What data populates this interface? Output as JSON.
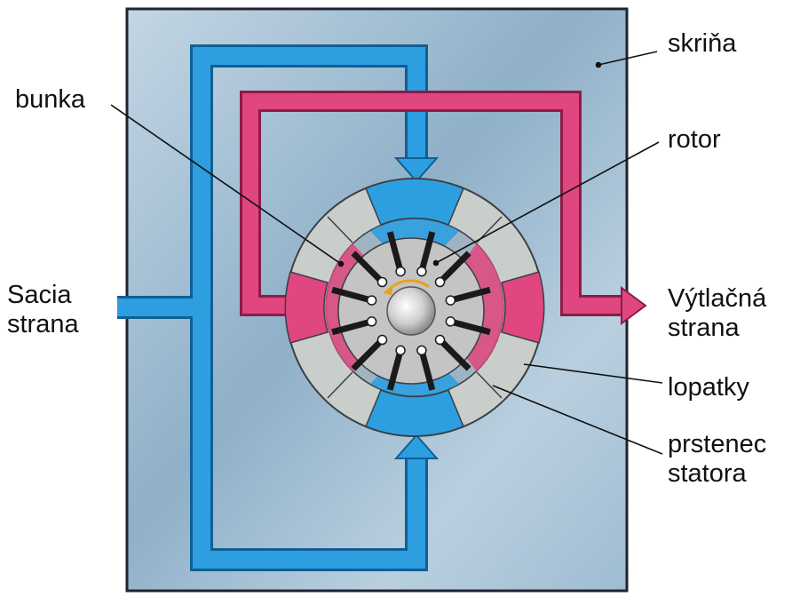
{
  "labels": {
    "housing": "skriňa",
    "cell": "bunka",
    "rotor": "rotor",
    "suction": [
      "Sacia",
      "strana"
    ],
    "discharge": [
      "Výtlačná",
      "strana"
    ],
    "vanes": "lopatky",
    "stator_ring": [
      "prstenec",
      "statora"
    ]
  },
  "colors": {
    "housing_fill": "#b4cbdc",
    "housing_border": "#1e2430",
    "suction_flow": "#2d9ee0",
    "discharge_flow": "#e0467f",
    "stator_gray": "#c9ceca",
    "rotor_gray": "#c4c4c4",
    "vane": "#1a1a1a"
  }
}
